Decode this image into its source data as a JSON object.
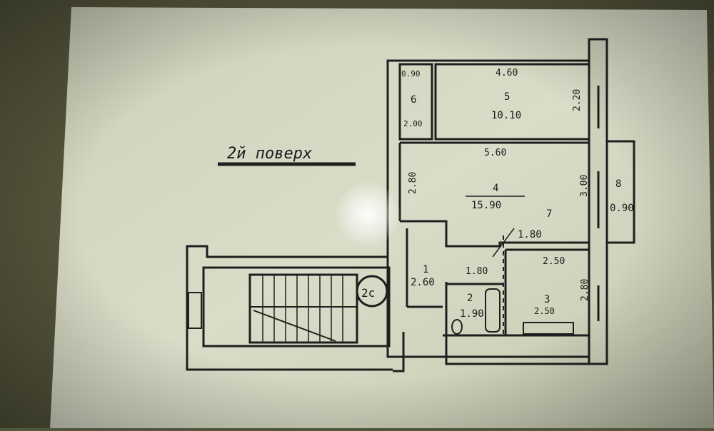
{
  "floor_title": "2й поверх",
  "colors": {
    "paper": "#d6d8c4",
    "ink": "#1f1f1f",
    "background": "#55553c"
  },
  "rooms": [
    {
      "number": "1",
      "area": "2.60"
    },
    {
      "number": "2",
      "area": "1.90"
    },
    {
      "number": "3",
      "area": "2.50"
    },
    {
      "number": "4",
      "area": "15.90"
    },
    {
      "number": "5",
      "area": "10.10"
    },
    {
      "number": "6",
      "area": "2.00"
    },
    {
      "number": "7",
      "area": "1.80"
    },
    {
      "number": "8",
      "area": "0.90"
    }
  ],
  "dimensions": [
    "0.90",
    "4.60",
    "2.20",
    "5.60",
    "2.80",
    "3.00",
    "1.80",
    "2.50",
    "2.80"
  ],
  "stair_label": "2с"
}
